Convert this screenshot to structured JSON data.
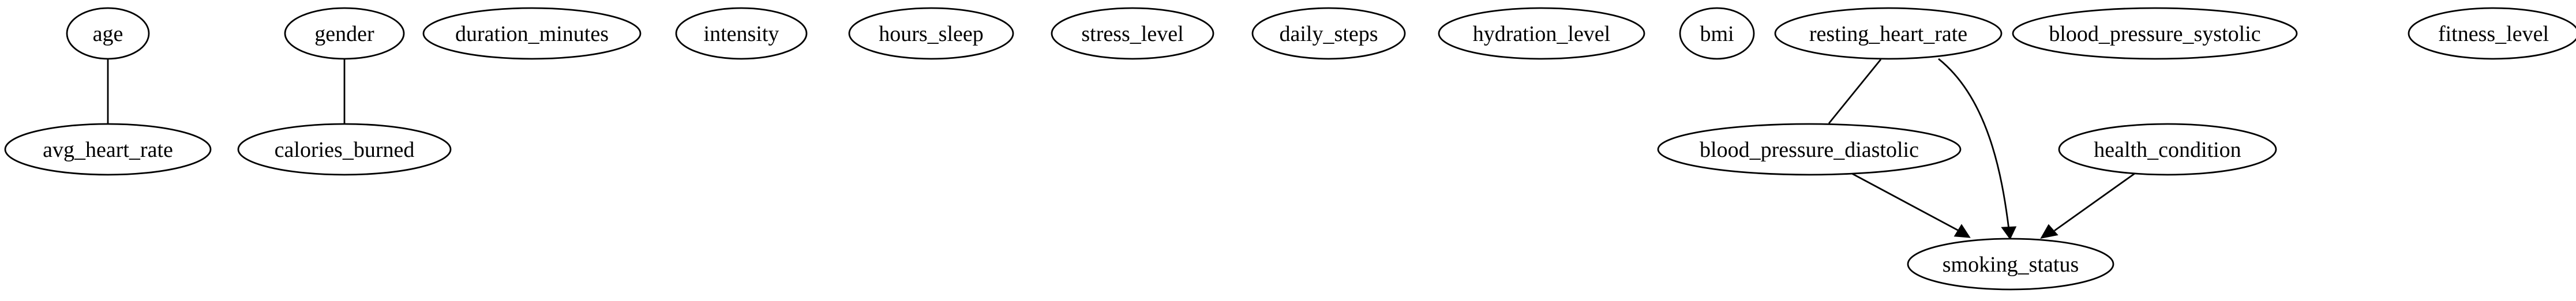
{
  "graph": {
    "nodes": [
      {
        "id": "age",
        "label": "age"
      },
      {
        "id": "gender",
        "label": "gender"
      },
      {
        "id": "duration_minutes",
        "label": "duration_minutes"
      },
      {
        "id": "intensity",
        "label": "intensity"
      },
      {
        "id": "hours_sleep",
        "label": "hours_sleep"
      },
      {
        "id": "stress_level",
        "label": "stress_level"
      },
      {
        "id": "daily_steps",
        "label": "daily_steps"
      },
      {
        "id": "hydration_level",
        "label": "hydration_level"
      },
      {
        "id": "bmi",
        "label": "bmi"
      },
      {
        "id": "resting_heart_rate",
        "label": "resting_heart_rate"
      },
      {
        "id": "blood_pressure_systolic",
        "label": "blood_pressure_systolic"
      },
      {
        "id": "fitness_level",
        "label": "fitness_level"
      },
      {
        "id": "avg_heart_rate",
        "label": "avg_heart_rate"
      },
      {
        "id": "calories_burned",
        "label": "calories_burned"
      },
      {
        "id": "blood_pressure_diastolic",
        "label": "blood_pressure_diastolic"
      },
      {
        "id": "health_condition",
        "label": "health_condition"
      },
      {
        "id": "smoking_status",
        "label": "smoking_status"
      }
    ],
    "edges": [
      {
        "from": "age",
        "to": "avg_heart_rate",
        "directed": false
      },
      {
        "from": "gender",
        "to": "calories_burned",
        "directed": false
      },
      {
        "from": "resting_heart_rate",
        "to": "blood_pressure_diastolic",
        "directed": false
      },
      {
        "from": "resting_heart_rate",
        "to": "smoking_status",
        "directed": true
      },
      {
        "from": "blood_pressure_diastolic",
        "to": "smoking_status",
        "directed": true
      },
      {
        "from": "health_condition",
        "to": "smoking_status",
        "directed": true
      }
    ]
  }
}
